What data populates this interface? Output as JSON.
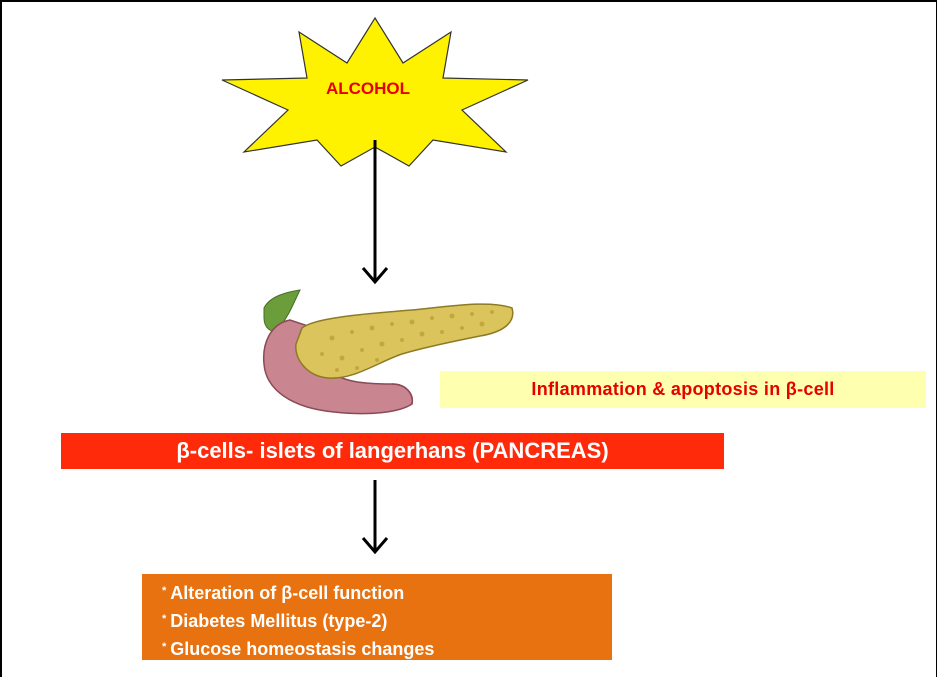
{
  "diagram": {
    "cause_label": "ALCOHOL",
    "side_effect_label": "Inflammation & apoptosis in β-cell",
    "target_label": "β-cells- islets of langerhans (PANCREAS)",
    "effects": [
      "Alteration of β-cell function",
      "Diabetes Mellitus (type-2)",
      "Glucose homeostasis changes"
    ],
    "bullet_char": "*",
    "colors": {
      "star_fill": "#fff200",
      "cause_text": "#e60000",
      "side_effect_bg": "#ffffb0",
      "side_effect_text": "#e60000",
      "target_bg": "#ff2a0a",
      "effects_bg": "#e8720f"
    }
  }
}
